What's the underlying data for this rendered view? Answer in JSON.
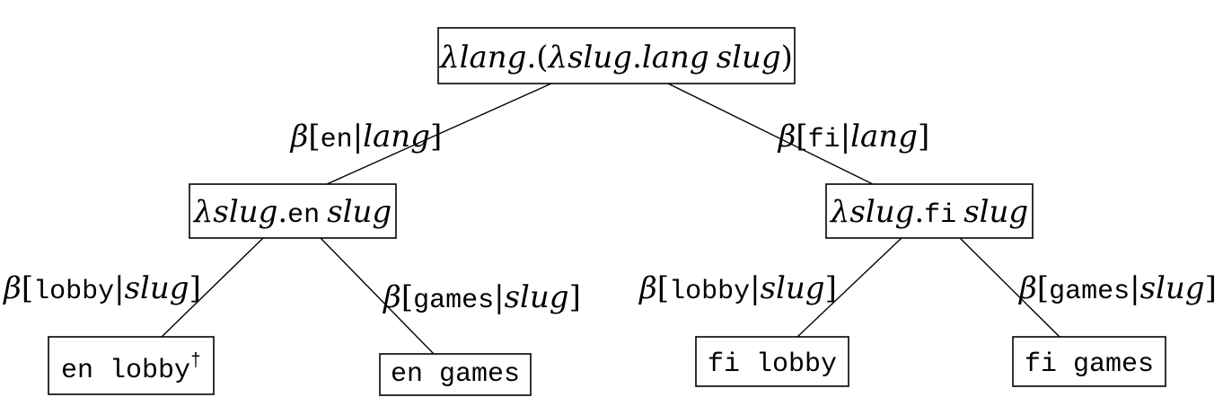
{
  "nodes": {
    "root": {
      "lambda": "λ",
      "lang": "lang",
      "dot_open": ".(",
      "lambda2": "λ",
      "slug": "slug",
      "dot": ".",
      "lang2": "lang",
      "slug2": "slug",
      "close": ")"
    },
    "en": {
      "lambda": "λ",
      "slug": "slug",
      "dot": ".",
      "lang_value": "en",
      "slug2": "slug"
    },
    "fi": {
      "lambda": "λ",
      "slug": "slug",
      "dot": ".",
      "lang_value": "fi",
      "slug2": "slug"
    },
    "en_lobby": {
      "text": "en lobby",
      "mark": "†"
    },
    "en_games": {
      "text": "en games"
    },
    "fi_lobby": {
      "text": "fi lobby"
    },
    "fi_games": {
      "text": "fi games"
    }
  },
  "edges": {
    "root_en": {
      "beta": "β",
      "open": "[",
      "value": "en",
      "sep": "|",
      "var": "lang",
      "close": "]"
    },
    "root_fi": {
      "beta": "β",
      "open": "[",
      "value": "fi",
      "sep": "|",
      "var": "lang",
      "close": "]"
    },
    "en_lobby": {
      "beta": "β",
      "open": "[",
      "value": "lobby",
      "sep": "|",
      "var": "slug",
      "close": "]"
    },
    "en_games": {
      "beta": "β",
      "open": "[",
      "value": "games",
      "sep": "|",
      "var": "slug",
      "close": "]"
    },
    "fi_lobby": {
      "beta": "β",
      "open": "[",
      "value": "lobby",
      "sep": "|",
      "var": "slug",
      "close": "]"
    },
    "fi_games": {
      "beta": "β",
      "open": "[",
      "value": "games",
      "sep": "|",
      "var": "slug",
      "close": "]"
    }
  }
}
